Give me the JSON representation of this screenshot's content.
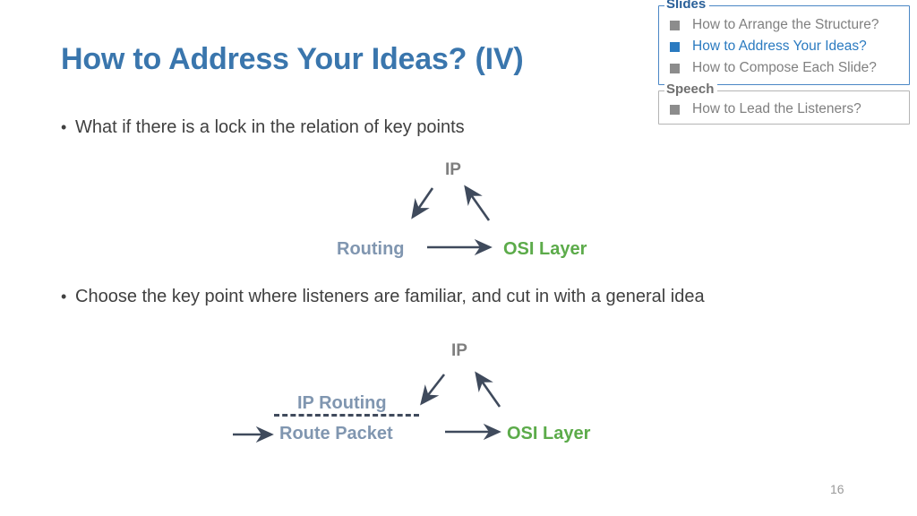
{
  "slide": {
    "title": "How to Address Your Ideas? (IV)",
    "page_number": "16",
    "title_color": "#3a76ad",
    "body_color": "#404040"
  },
  "bullets": [
    {
      "marker": "•",
      "text": "What if there is a lock in the relation of key points"
    },
    {
      "marker": "•",
      "text": "Choose the key point where listeners are familiar, and cut in with a general idea"
    }
  ],
  "nav": {
    "slides": {
      "legend": "Slides",
      "border_color": "#4a86c5",
      "items": [
        {
          "label": "How to Arrange the Structure?",
          "active": false
        },
        {
          "label": "How to Address Your Ideas?",
          "active": true
        },
        {
          "label": "How to Compose Each Slide?",
          "active": false
        }
      ]
    },
    "speech": {
      "legend": "Speech",
      "border_color": "#b4b4b4",
      "items": [
        {
          "label": "How to Lead the Listeners?",
          "active": false
        }
      ]
    },
    "active_color": "#2a7ac0",
    "inactive_color": "#808080"
  },
  "diagram1": {
    "nodes": {
      "top": "IP",
      "left": "Routing",
      "right": "OSI Layer"
    },
    "colors": {
      "top": "#7f7f7f",
      "left": "#8096b0",
      "right": "#5cab4a",
      "arrow": "#3f4a5c"
    },
    "edges": [
      {
        "from": "IP",
        "to": "Routing"
      },
      {
        "from": "OSI Layer",
        "to": "IP"
      },
      {
        "from": "Routing",
        "to": "OSI Layer"
      }
    ]
  },
  "diagram2": {
    "nodes": {
      "top": "IP",
      "left_upper": "IP Routing",
      "left_lower": "Route Packet",
      "right": "OSI Layer"
    },
    "colors": {
      "top": "#7f7f7f",
      "left": "#8096b0",
      "right": "#5cab4a",
      "arrow": "#3f4a5c",
      "divider": "#3f4a5c"
    },
    "edges": [
      {
        "from": "external",
        "to": "Route Packet"
      },
      {
        "from": "IP",
        "to": "IP Routing / Route Packet"
      },
      {
        "from": "OSI Layer",
        "to": "IP"
      },
      {
        "from": "Route Packet",
        "to": "OSI Layer"
      }
    ]
  }
}
